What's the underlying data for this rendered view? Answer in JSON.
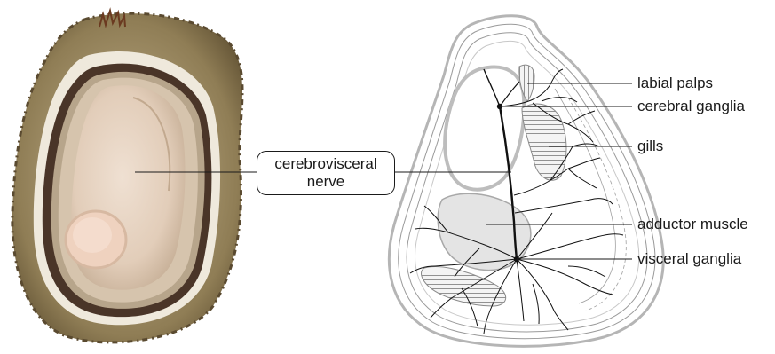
{
  "center_label": {
    "line1": "cerebrovisceral",
    "line2": "nerve"
  },
  "labels": {
    "labial_palps": "labial palps",
    "cerebral_ganglia": "cerebral ganglia",
    "gills": "gills",
    "adductor_muscle": "adductor muscle",
    "visceral_ganglia": "visceral ganglia"
  },
  "colors": {
    "shell_outer": "#9a8a63",
    "shell_edge": "#d9d0bb",
    "mantle": "#d8c9b3",
    "body_mass": "#ead8c8",
    "adductor_photo": "#efd6c6",
    "dark_rim": "#3a2a22",
    "nerve": "#111111",
    "schematic_gray": "#9a9a9a",
    "muscle_fill": "#e6e6e6",
    "gill_hatch": "#8a8a8a"
  }
}
